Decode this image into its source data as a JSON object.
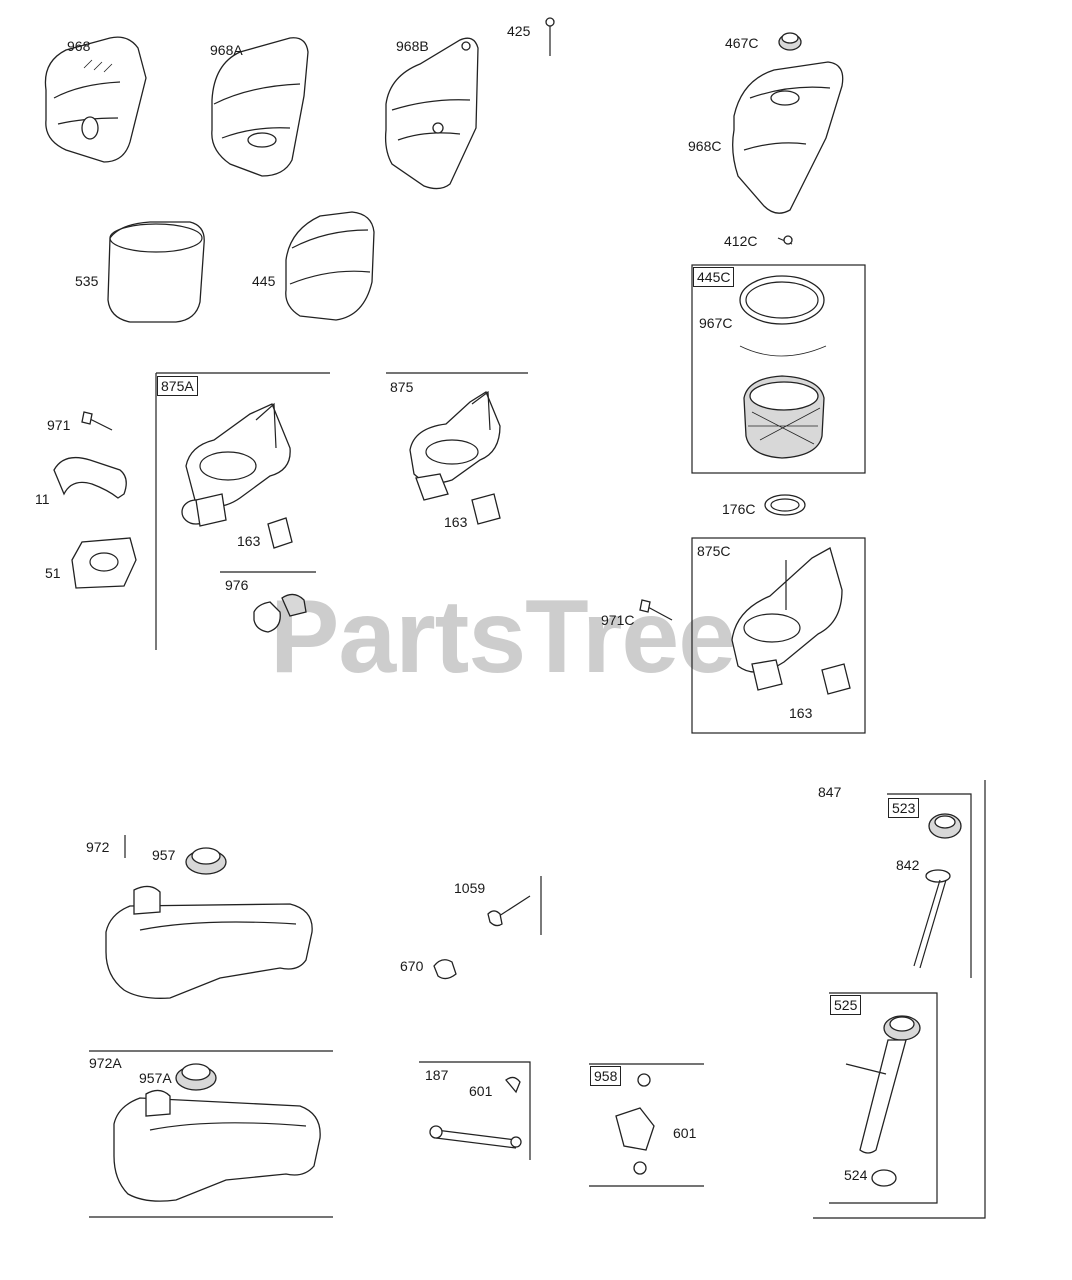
{
  "diagram": {
    "watermark": "PartsTree",
    "labels": {
      "p968": "968",
      "p968A": "968A",
      "p968B": "968B",
      "p425": "425",
      "p467C": "467C",
      "p968C": "968C",
      "p412C": "412C",
      "p535": "535",
      "p445": "445",
      "p445C": "445C",
      "p967C": "967C",
      "p875A": "875A",
      "p875": "875",
      "p971": "971",
      "p11": "11",
      "p51": "51",
      "p163a": "163",
      "p163b": "163",
      "p976": "976",
      "p176C": "176C",
      "p875C": "875C",
      "p971C": "971C",
      "p163c": "163",
      "p847": "847",
      "p523": "523",
      "p842": "842",
      "p972": "972",
      "p957": "957",
      "p1059": "1059",
      "p670": "670",
      "p525": "525",
      "p524": "524",
      "p972A": "972A",
      "p957A": "957A",
      "p187": "187",
      "p601a": "601",
      "p958": "958",
      "p601b": "601"
    }
  }
}
